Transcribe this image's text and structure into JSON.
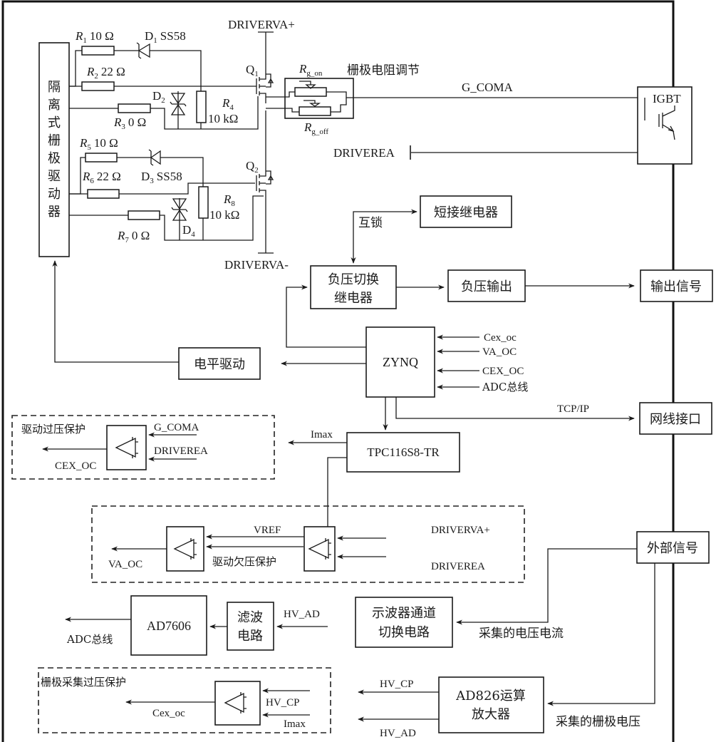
{
  "colors": {
    "line": "#1a1a1a",
    "background": "#ffffff"
  },
  "gate_driver": {
    "title_chars": [
      "隔",
      "离",
      "式",
      "栅",
      "极",
      "驱",
      "动",
      "器"
    ]
  },
  "components": {
    "R1": {
      "name": "R",
      "sub": "1",
      "value": "10  Ω"
    },
    "R2": {
      "name": "R",
      "sub": "2",
      "value": "22  Ω"
    },
    "R3": {
      "name": "R",
      "sub": "3",
      "value": "0  Ω"
    },
    "R4": {
      "name": "R",
      "sub": "4",
      "value": "10  kΩ"
    },
    "R5": {
      "name": "R",
      "sub": "5",
      "value": "10  Ω"
    },
    "R6": {
      "name": "R",
      "sub": "6",
      "value": "22  Ω"
    },
    "R7": {
      "name": "R",
      "sub": "7",
      "value": "0  Ω"
    },
    "R8": {
      "name": "R",
      "sub": "8",
      "value": "10  kΩ"
    },
    "D1": {
      "name": "D",
      "sub": "1",
      "value": "SS58"
    },
    "D2": {
      "name": "D",
      "sub": "2"
    },
    "D3": {
      "name": "D",
      "sub": "3",
      "value": "SS58"
    },
    "D4": {
      "name": "D",
      "sub": "4"
    },
    "Q1": {
      "name": "Q",
      "sub": "1"
    },
    "Q2": {
      "name": "Q",
      "sub": "2"
    },
    "Rg_on": {
      "name": "R",
      "sub": "g_on"
    },
    "Rg_off": {
      "name": "R",
      "sub": "g_off"
    }
  },
  "labels": {
    "driverva_plus": "DRIVERVA+",
    "driverva_minus": "DRIVERVA-",
    "gate_resistor_adjust": "栅极电阻调节",
    "g_coma": "G_COMA",
    "driverea": "DRIVEREA",
    "igbt": "IGBT",
    "interlock": "互锁",
    "tcp_ip": "TCP/IP",
    "imax": "Imax",
    "vref": "VREF",
    "sampled_vi": "采集的电压电流",
    "sampled_gate_v": "采集的栅极电压",
    "hv_cp": "HV_CP",
    "hv_ad": "HV_AD",
    "adc_bus": "ADC总线"
  },
  "blocks": {
    "short_relay": "短接继电器",
    "neg_switch_relay": [
      "负压切换",
      "继电器"
    ],
    "neg_output": "负压输出",
    "output_signal": "输出信号",
    "level_drive": "电平驱动",
    "zynq": "ZYNQ",
    "network_port": "网线接口",
    "tpc": "TPC116S8-TR",
    "external_signal": "外部信号",
    "ad7606": "AD7606",
    "filter": [
      "滤波",
      "电路"
    ],
    "scope_switch": [
      "示波器通道",
      "切换电路"
    ],
    "ad826": [
      "AD826运算",
      "放大器"
    ]
  },
  "zynq_inputs": [
    "Cex_oc",
    "VA_OC",
    "CEX_OC",
    "ADC总线"
  ],
  "protection": {
    "overvoltage": {
      "title": "驱动过压保护",
      "inputs": [
        "G_COMA",
        "DRIVEREA"
      ],
      "output": "CEX_OC"
    },
    "undervoltage": {
      "title": "驱动欠压保护",
      "inputs": [
        "DRIVERVA+",
        "DRIVEREA"
      ],
      "ref": "VREF",
      "output": "VA_OC"
    },
    "gate_sample_ov": {
      "title": "栅极采集过压保护",
      "inputs": [
        "HV_CP",
        "Imax"
      ],
      "output": "Cex_oc"
    }
  }
}
